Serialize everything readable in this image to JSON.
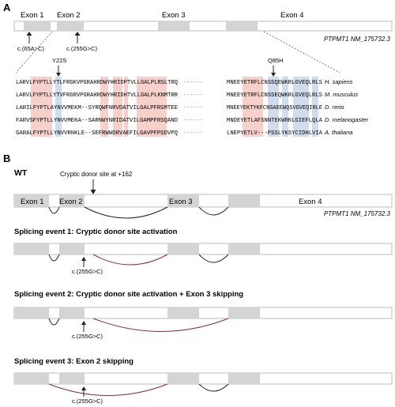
{
  "panel_a": {
    "label": "A",
    "exons": [
      "Exon 1",
      "Exon 2",
      "Exon 3",
      "Exon 4"
    ],
    "gene": "PTPMT1 NM_175732.3",
    "variants": [
      "c.(65A>C)",
      "c.(255G>C)"
    ],
    "protein_variants": [
      "Y22S",
      "Q85H"
    ],
    "gap_marks": [
      "------",
      "------",
      "------",
      "------",
      "------"
    ],
    "alignment": [
      {
        "left": "LARVLFYPTLLYTLFRGKVPGRAHRDWYHRIDPTVLLGALPLRSLTRQ",
        "right": "MNEEYETRFLCNSSQEWKRLGVEQLRLS",
        "species": "H. sapiens"
      },
      {
        "left": "LARVLFYPTLLYTVFRGRVPGRAHRDWYHRIDHTVLLGALPLKNMTRR",
        "right": "MNEEYETRFLCNSSEQWKRLGVEQLRLS",
        "species": "M. musculus"
      },
      {
        "left": "LARILFYPTLAYNVVMEKM--SYRQWFNRVDATVILGALPFRSMTEE",
        "right": "MNEEYEKTYKFCNSAEEWQSVGVEQIRLE",
        "species": "D. rerio"
      },
      {
        "left": "FARVSFYPTLLYNVVMEKA--SARNWYNRIDATVILGAMPFRSQAND",
        "right": "MNDEYETLAFSNNTEKWRKLGIEFLQLA",
        "species": "D. melanogaster"
      },
      {
        "left": "GARALFYPTLLYNVVRNKLE--SEFRWWDRVAEFILGAVPFPSDVPQ",
        "right": "LNEPYETLV---PSSLYKSYCIDHLVIA",
        "species": "A. thaliana"
      }
    ]
  },
  "panel_b": {
    "label": "B",
    "wt_title": "WT",
    "cryptic_note": "Cryptic donor site at +162",
    "exons": [
      "Exon 1",
      "Exon 2",
      "Exon 3",
      "Exon 4"
    ],
    "gene": "PTPMT1 NM_175732.3",
    "events": [
      {
        "title": "Splicing event 1: Cryptic donor site activation",
        "variant": "c.(255G>C)"
      },
      {
        "title": "Splicing event 2: Cryptic donor site activation +  Exon 3 skipping",
        "variant": "c.(255G>C)"
      },
      {
        "title": "Splicing event 3: Exon 2 skipping",
        "variant": "c.(255G>C)"
      }
    ]
  },
  "colors": {
    "exon": "#d4d4d4",
    "intron_box": "#ffffff",
    "highlight_red": "#f4c0bb",
    "highlight_blue": "#c9d6ec",
    "aberrant_splice": "#8b2a3a",
    "normal_splice": "#222222"
  }
}
